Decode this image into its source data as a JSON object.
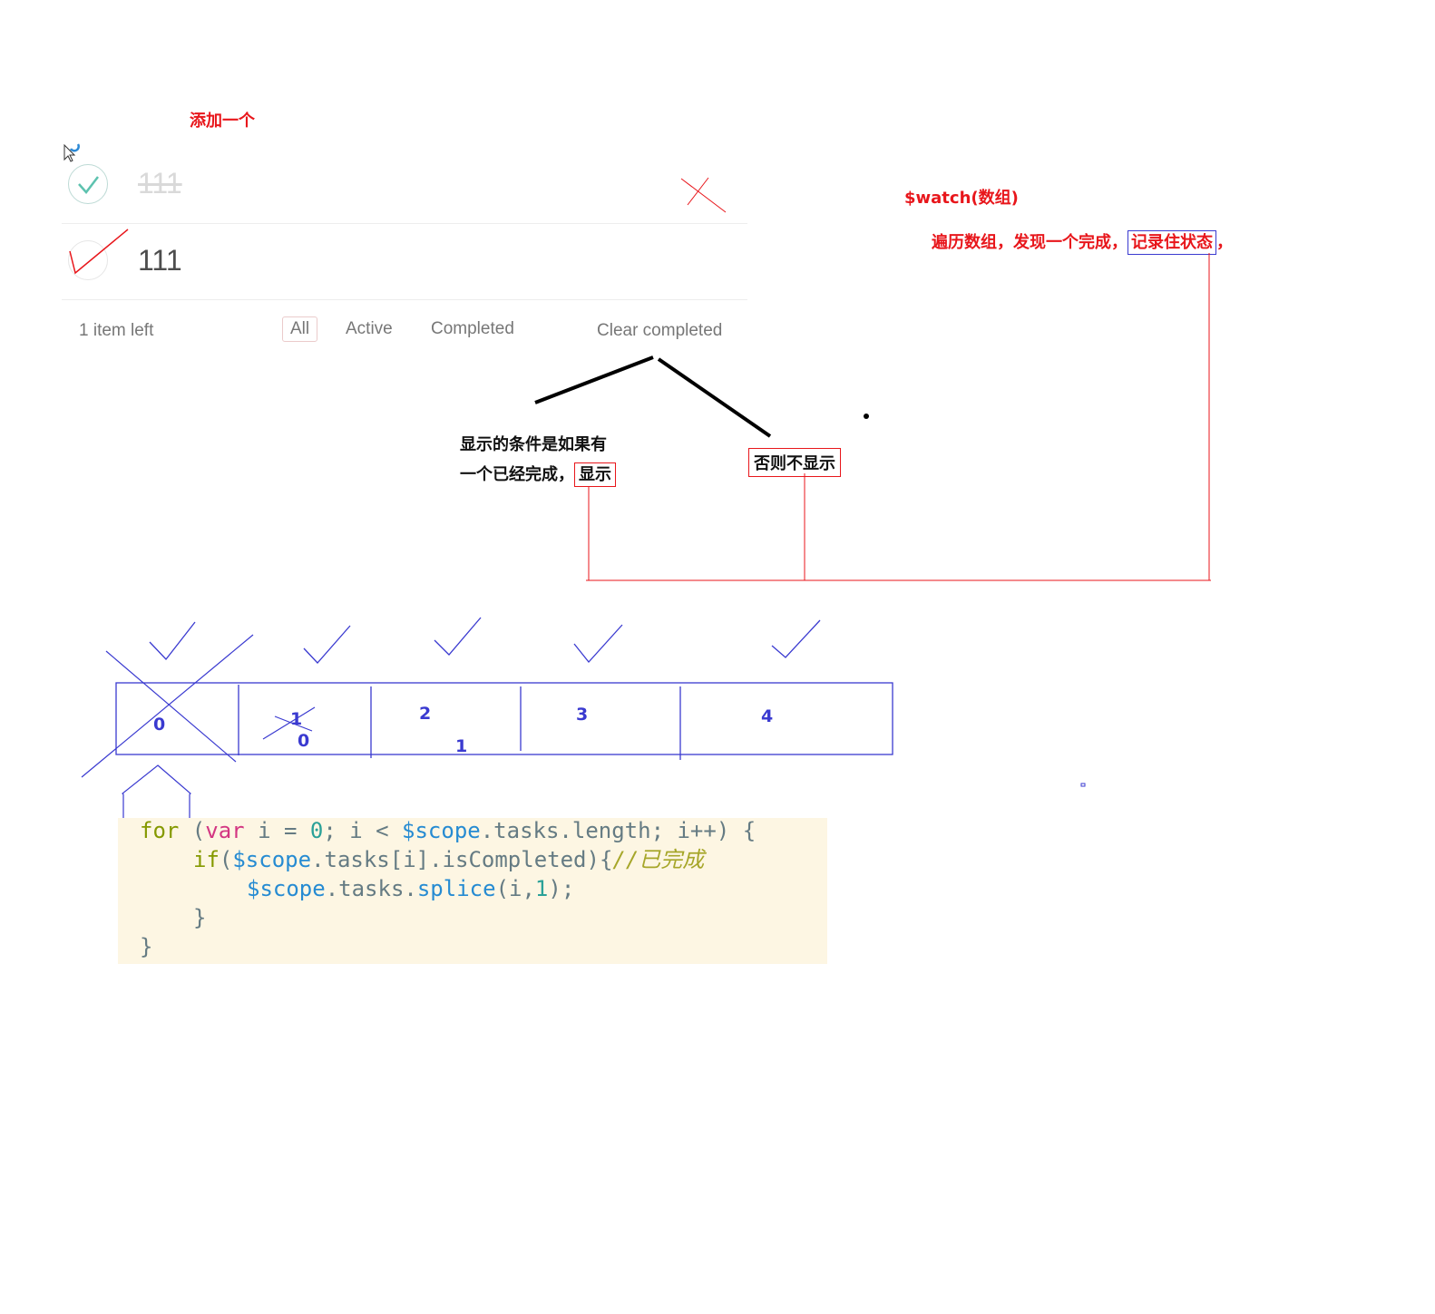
{
  "annotations": {
    "add_one": "添加一个",
    "watch_array": "$watch(数组)",
    "traverse_prefix": "遍历数组，发现一个完成，",
    "traverse_boxed": "记录住状态",
    "traverse_suffix": "，",
    "show_condition_line1": "显示的条件是如果有",
    "show_condition_line2_prefix": "一个已经完成，",
    "show_condition_boxed": "显示",
    "else_hide": "否则不显示"
  },
  "todo": {
    "items": [
      {
        "text": "111",
        "completed": true
      },
      {
        "text": "111",
        "completed": false
      }
    ],
    "footer": {
      "count": "1 item left",
      "filters": [
        {
          "label": "All",
          "selected": true
        },
        {
          "label": "Active",
          "selected": false
        },
        {
          "label": "Completed",
          "selected": false
        }
      ],
      "clear": "Clear completed"
    }
  },
  "array_diagram": {
    "cells": [
      "0",
      "1",
      "2",
      "3",
      "4"
    ],
    "new_indices": [
      "0",
      "1"
    ]
  },
  "code": {
    "line1": {
      "kw": "for",
      "p1": " (",
      "v": "var",
      "p2": " i = ",
      "n0": "0",
      "p3": "; i < ",
      "scope": "$scope",
      "p4": ".tasks.length; i++) {"
    },
    "line2": {
      "kw": "if",
      "p1": "(",
      "scope": "$scope",
      "p2": ".tasks[i].isCompleted){",
      "cmt": "//已完成"
    },
    "line3": {
      "scope": "$scope",
      "p1": ".tasks.",
      "fn": "splice",
      "p2": "(i,",
      "n1": "1",
      "p3": ");"
    },
    "line4": "}",
    "line5": "}"
  },
  "colors": {
    "annotation_red": "#e8161b",
    "diagram_blue": "#3a3ad0",
    "code_bg": "#fdf6e3",
    "check_green": "#5dc2af"
  }
}
